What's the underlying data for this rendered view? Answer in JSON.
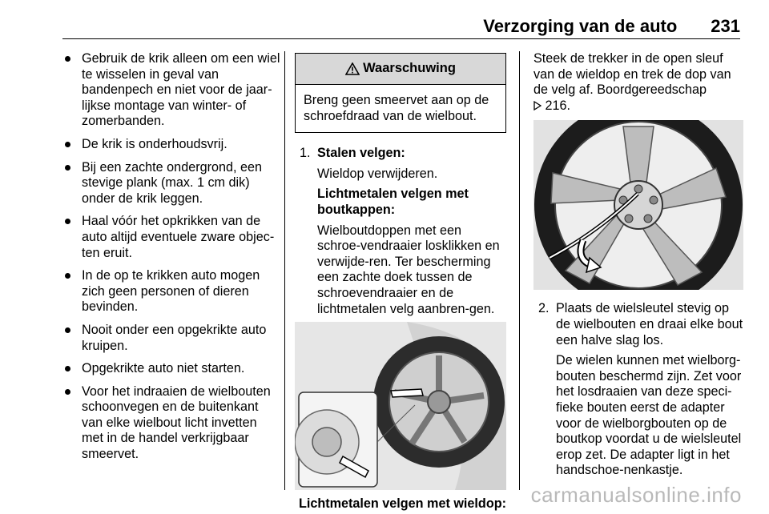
{
  "header": {
    "section_title": "Verzorging van de auto",
    "page_number": "231"
  },
  "col1": {
    "bullets": [
      "Gebruik de krik alleen om een wiel te wisselen in geval van bandenpech en niet voor de jaar-lijkse montage van winter- of zomerbanden.",
      "De krik is onderhoudsvrij.",
      "Bij een zachte ondergrond, een stevige plank (max. 1 cm dik) onder de krik leggen.",
      "Haal vóór het opkrikken van de auto altijd eventuele zware objec-ten eruit.",
      "In de op te krikken auto mogen zich geen personen of dieren bevinden.",
      "Nooit onder een opgekrikte auto kruipen.",
      "Opgekrikte auto niet starten.",
      "Voor het indraaien de wielbouten schoonvegen en de buitenkant van elke wielbout licht invetten met in de handel verkrijgbaar smeervet."
    ]
  },
  "col2": {
    "warning_icon": "9",
    "warning_title": "Waarschuwing",
    "warning_text": "Breng geen smeervet aan op de schroefdraad van de wielbout.",
    "step1_number": "1.",
    "step1_title": "Stalen velgen:",
    "step1_text": "Wieldop verwijderen.",
    "alloy_caps_title": "Lichtmetalen velgen met boutkappen:",
    "alloy_caps_text": "Wielboutdoppen met een schroe-vendraaier losklikken en verwijde-ren. Ter bescherming een zachte doek tussen de schroevendraaier en de lichtmetalen velg aanbren-gen.",
    "figure_caption": "Lichtmetalen velgen met wieldop:",
    "figure_icon": "wheel-bolt-cap-removal-illustration"
  },
  "col3": {
    "intro_text": "Steek de trekker in de open sleuf van de wieldop en trek de dop van de velg af. Boordgereedschap",
    "page_ref_icon": "3",
    "page_ref": "216.",
    "figure_icon": "wheel-cover-removal-illustration",
    "step2_number": "2.",
    "step2_text": "Plaats de wielsleutel stevig op de wielbouten en draai elke bout een halve slag los.",
    "step2_note": "De wielen kunnen met wielborg-bouten beschermd zijn. Zet voor het losdraaien van deze speci-fieke bouten eerst de adapter voor de wielborgbouten op de boutkop voordat u de wielsleutel erop zet. De adapter ligt in het handschoe-nenkastje."
  },
  "watermark": "carmanualsonline.info"
}
